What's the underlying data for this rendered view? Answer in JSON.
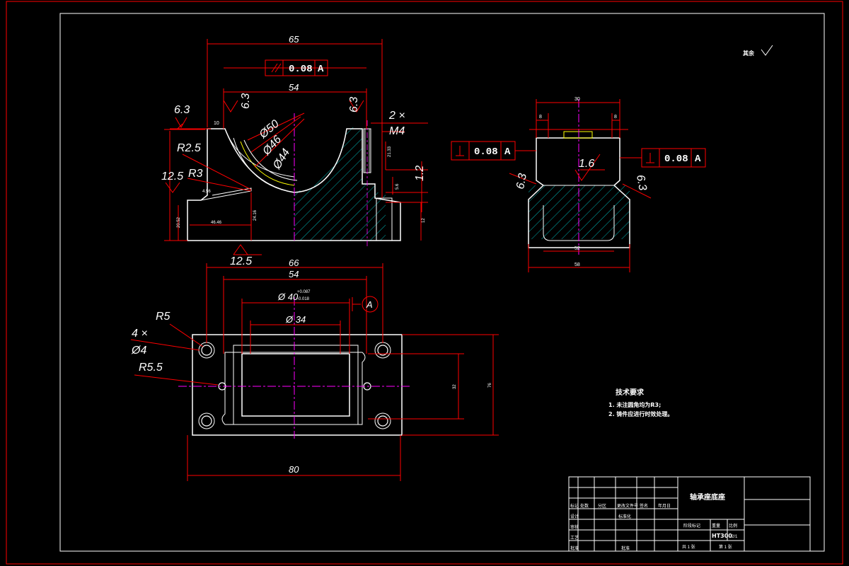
{
  "drawing": {
    "title": "轴承座底座",
    "material": "HT300",
    "scale": "2/1",
    "sheet_total": "共 1 张",
    "sheet_no": "第 1 张",
    "roughness_rest": "其余"
  },
  "front_view": {
    "dim_65": "65",
    "dim_54": "54",
    "parallel_tol_value": "0.08",
    "parallel_tol_datum": "A",
    "r_6_3_left": "6.3",
    "r_6_3_top": "6.3",
    "r_6_3_right": "6.3",
    "r_12_5_a": "12.5",
    "r_12_5_bottom": "12.5",
    "r2_5": "R2.5",
    "r3": "R3",
    "dia50": "Ø50",
    "dia46": "Ø46",
    "dia44": "Ø44",
    "thread_count": "2 ×",
    "thread": "M4",
    "dim_1_2": "1.2",
    "small_10": "10",
    "small_21_33": "21.33",
    "small_5_6": "5.6",
    "small_12": "12",
    "small_4_56": "4.56",
    "small_46_46": "46.46",
    "small_20_52": "20.52",
    "small_24_16": "24.16"
  },
  "side_view": {
    "dim_30": "30",
    "dim_8a": "8",
    "dim_8b": "8",
    "dim_52": "52",
    "dim_58": "58",
    "perp_left_value": "0.08",
    "perp_left_datum": "A",
    "perp_right_value": "0.08",
    "perp_right_datum": "A",
    "r_1_6": "1.6",
    "r_6_3_left": "6.3",
    "r_6_3_right": "6.3"
  },
  "top_view": {
    "dim_66": "66",
    "dim_54": "54",
    "dia40": "Ø 40",
    "dia40_tol_upper": "+0.087",
    "dia40_tol_lower": "-0.018",
    "dia34": "Ø 34",
    "datum": "A",
    "r5": "R5",
    "holes_count": "4 ×",
    "holes_dia": "Ø4",
    "r5_5": "R5.5",
    "dim_80": "80",
    "dim_32": "32",
    "dim_76": "76"
  },
  "tech_req": {
    "title": "技术要求",
    "line1": "1. 未注圆角均为R3;",
    "line2": "2. 铸件应进行时效处理。"
  },
  "title_block": {
    "col_mark": "标记",
    "col_count": "处数",
    "col_zone": "分区",
    "col_doc": "更改文件号",
    "col_sign": "签名",
    "col_date": "年月日",
    "design": "设计",
    "standard": "标准化",
    "check": "审核",
    "craft": "工艺",
    "approve": "批准",
    "stage": "阶段标记",
    "weight": "重量",
    "ratio": "比例"
  },
  "colors": {
    "outline": "#ffffff",
    "dimension": "#ff0000",
    "centerline": "#ff00ff",
    "hatch": "#00b4b4",
    "hidden": "#ffff00"
  }
}
